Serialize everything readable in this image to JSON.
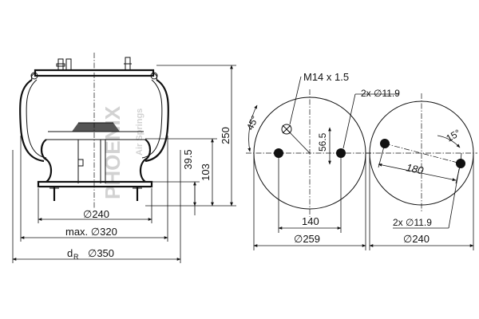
{
  "watermark": {
    "brand": "PHOENIX",
    "tagline": "Air Springs"
  },
  "side_view": {
    "dim_d_top_plate": "∅240",
    "dim_max_diameter": "max. ∅320",
    "dim_dr_symbol": "d",
    "dim_dr_subscript": "R",
    "dim_dr_value": "∅350",
    "dim_height_total": "250",
    "dim_height_mid": "103",
    "dim_height_low": "39.5"
  },
  "top_plate_view": {
    "angle_label": "45°",
    "thread_label": "M14 x 1.5",
    "holes_label": "2x ∅11.9",
    "offset_label": "56.5",
    "bolt_spacing_label": "140",
    "plate_diameter_label": "∅259"
  },
  "bottom_plate_view": {
    "angle_label": "15°",
    "bolt_spacing_label": "180",
    "holes_label": "2x ∅11.9",
    "plate_diameter_label": "∅240"
  }
}
